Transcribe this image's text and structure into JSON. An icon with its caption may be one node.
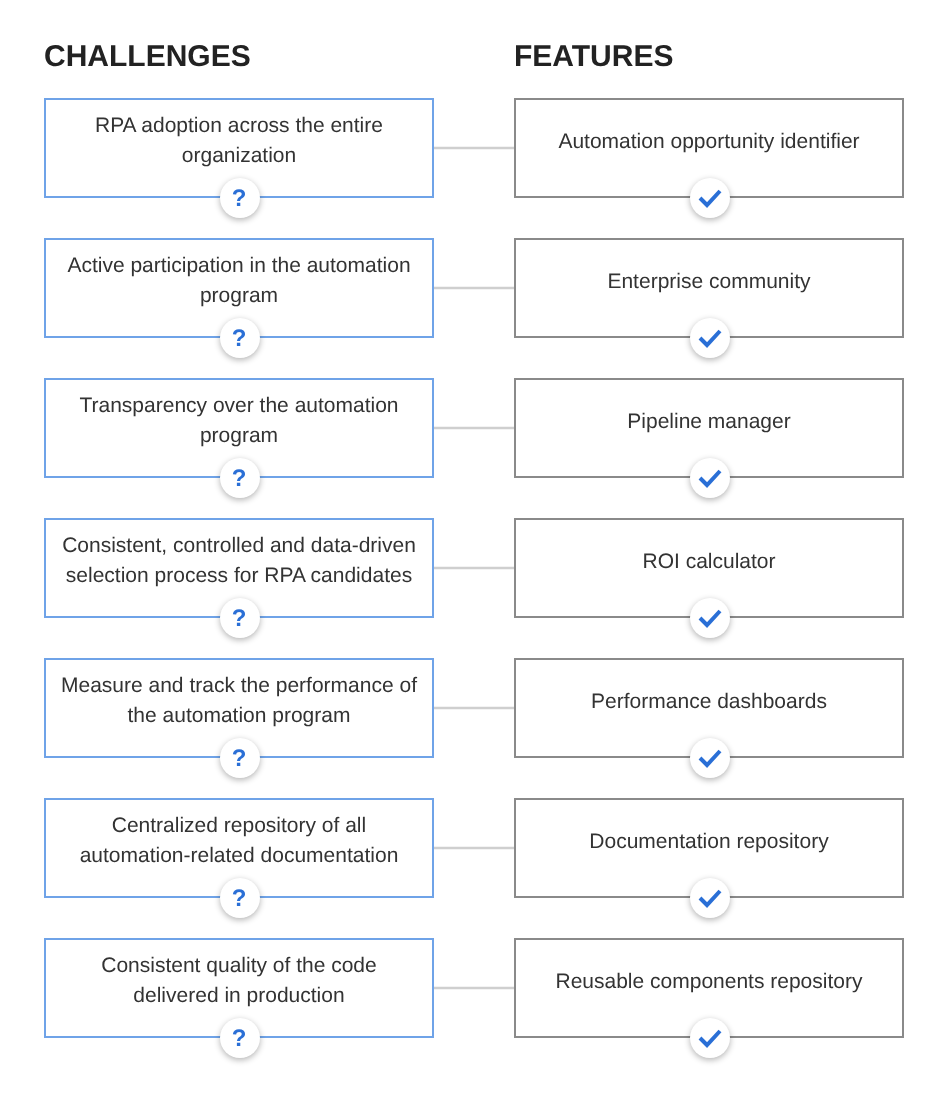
{
  "diagram": {
    "nodes": [
      {
        "text": [
          "RPA adoption across the entire organization",
          "?"
        ]
      },
      {
        "text": [
          "Automation opportunity identifier"
        ]
      },
      {
        "text": [
          "Active participation in the automation program",
          "?"
        ]
      },
      {
        "text": [
          "Enterprise community"
        ]
      },
      {
        "text": [
          "Transparency over the automation program",
          "?"
        ]
      },
      {
        "text": [
          "Pipeline manager"
        ]
      },
      {
        "text": [
          "Consistent, controlled and data-driven selection process for RPA candidates",
          "?"
        ]
      },
      {
        "text": [
          "ROI calculator"
        ]
      },
      {
        "text": [
          "Measure and track the performance of the automation program",
          "?"
        ]
      },
      {
        "text": [
          "Performance dashboards"
        ]
      },
      {
        "text": [
          "Centralized repository of all automation-related documentation",
          "?"
        ]
      },
      {
        "text": [
          "Documentation repository"
        ]
      },
      {
        "text": [
          "Consistent quality of the code delivered in production",
          "?"
        ]
      },
      {
        "text": [
          "Reusable components repository"
        ]
      }
    ],
    "edges": [
      {
        "from": 0,
        "to": 1,
        "arrow": "none"
      },
      {
        "from": 2,
        "to": 3,
        "arrow": "none"
      },
      {
        "from": 4,
        "to": 5,
        "arrow": "none"
      },
      {
        "from": 6,
        "to": 7,
        "arrow": "none"
      },
      {
        "from": 8,
        "to": 9,
        "arrow": "none"
      },
      {
        "from": 10,
        "to": 11,
        "arrow": "none"
      },
      {
        "from": 12,
        "to": 13,
        "arrow": "none"
      }
    ],
    "labels": [
      "CHALLENGES",
      "FEATURES"
    ]
  }
}
